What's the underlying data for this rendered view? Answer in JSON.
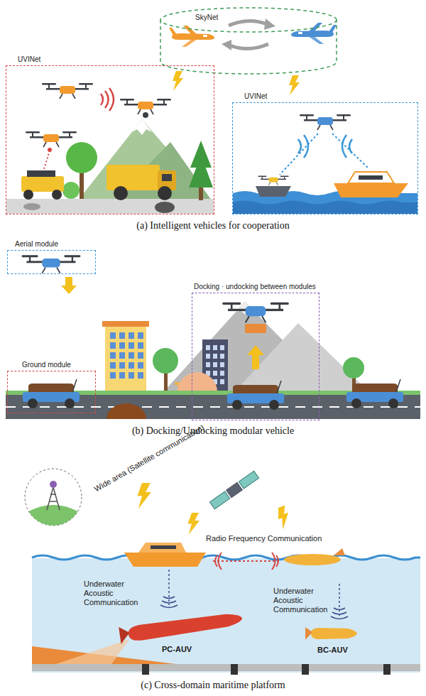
{
  "diagram": {
    "nodes": [
      {
        "text": [
          "SkyNet"
        ]
      },
      {
        "text": [
          "UVINet"
        ]
      },
      {
        "text": [
          "UVINet"
        ]
      },
      {
        "text": [
          "Aerial module"
        ]
      },
      {
        "text": [
          "Docking · undocking between modules"
        ]
      },
      {
        "text": [
          "Ground module"
        ]
      }
    ],
    "labels": [
      "(a) Intelligent vehicles for cooperation",
      "(b) Docking/Undocking modular vehicle",
      "Wide area (Satellite communication)",
      "Radio Frequency Communication",
      "Underwater Acoustic Communication",
      "PC-AUV",
      "Underwater Acoustic Communication",
      "BC-AUV",
      "(c) Cross-domain maritime platform"
    ]
  }
}
